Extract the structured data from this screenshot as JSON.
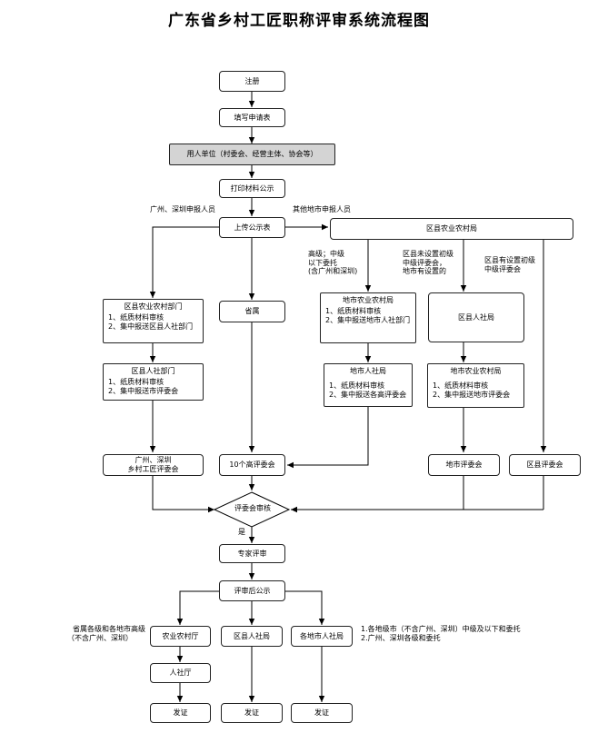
{
  "title": "广东省乡村工匠职称评审系统流程图",
  "nodes": {
    "register": "注册",
    "fill_form": "填写申请表",
    "employer": "用人单位（村委会、经营主体、协会等）",
    "print_publicity": "打印材料公示",
    "upload_publicity": "上传公示表",
    "county_agri_bureau": "区县农业农村局",
    "county_agri_dept": {
      "title": "区县农业农村部门",
      "lines": [
        "1、纸质材料审核",
        "2、集中报送区县人社部门"
      ]
    },
    "province_direct": "省属",
    "city_agri_bureau": {
      "title": "地市农业农村局",
      "lines": [
        "1、纸质材料审核",
        "2、集中报送地市人社部门"
      ]
    },
    "county_hr_bureau_mid": "区县人社局",
    "county_hr_dept": {
      "title": "区县人社部门",
      "lines": [
        "1、纸质材料审核",
        "2、集中报送市评委会"
      ]
    },
    "city_hr_bureau": {
      "title": "地市人社局",
      "lines": [
        "1、纸质材料审核",
        "2、集中报送各高评委会"
      ]
    },
    "city_agri_bureau_2": {
      "title": "地市农业农村局",
      "lines": [
        "1、纸质材料审核",
        "2、集中报送地市评委会"
      ]
    },
    "gz_sz_committee": [
      "广州、深圳",
      "乡村工匠评委会"
    ],
    "ten_senior_committees": "10个高评委会",
    "city_committee": "地市评委会",
    "county_committee": "区县评委会",
    "committee_review": "评委会审核",
    "expert_review": "专家评审",
    "post_review_publicity": "评审后公示",
    "prov_agri_dept": "农业农村厅",
    "county_hr_bureau": "区县人社局",
    "city_hr_bureaus": "各地市人社局",
    "prov_hr_dept": "人社厅",
    "issue_cert": "发证"
  },
  "labels": {
    "gz_sz_applicants": "广州、深圳申报人员",
    "other_city_applicants": "其他地市申报人员",
    "senior_mid": [
      "高级；中级",
      "以下委托",
      "(含广州和深圳)"
    ],
    "no_junior_committee": [
      "区县未设置初级",
      "中级评委会，",
      "地市有设置的"
    ],
    "has_junior_committee": [
      "区县有设置初级",
      "中级评委会"
    ],
    "yes": "是",
    "prov_note": [
      "省属各级和各地市高级",
      "（不含广州、深圳）"
    ],
    "city_note": [
      "1.各地级市（不含广州、深圳）中级及以下和委托",
      "2.广州、深圳各级和委托"
    ]
  }
}
